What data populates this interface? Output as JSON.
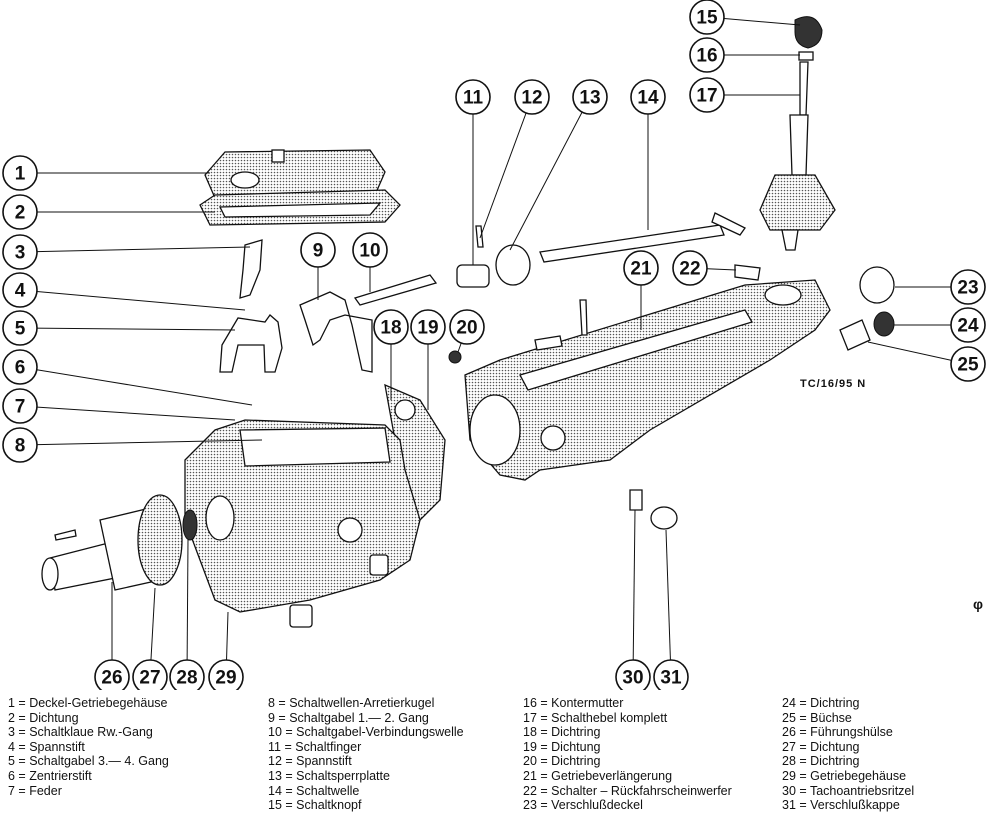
{
  "drawing_code": "TC/16/95 N",
  "corner_mark": "φ",
  "parts": [
    {
      "num": "1",
      "name": "Deckel-Getriebegehäuse"
    },
    {
      "num": "2",
      "name": "Dichtung"
    },
    {
      "num": "3",
      "name": "Schaltklaue Rw.-Gang"
    },
    {
      "num": "4",
      "name": "Spannstift"
    },
    {
      "num": "5",
      "name": "Schaltgabel 3.— 4. Gang"
    },
    {
      "num": "6",
      "name": "Zentrierstift"
    },
    {
      "num": "7",
      "name": "Feder"
    },
    {
      "num": "8",
      "name": "Schaltwellen-Arretierkugel"
    },
    {
      "num": "9",
      "name": "Schaltgabel 1.— 2. Gang"
    },
    {
      "num": "10",
      "name": "Schaltgabel-Verbindungswelle"
    },
    {
      "num": "11",
      "name": "Schaltfinger"
    },
    {
      "num": "12",
      "name": "Spannstift"
    },
    {
      "num": "13",
      "name": "Schaltsperrplatte"
    },
    {
      "num": "14",
      "name": "Schaltwelle"
    },
    {
      "num": "15",
      "name": "Schaltknopf"
    },
    {
      "num": "16",
      "name": "Kontermutter"
    },
    {
      "num": "17",
      "name": "Schalthebel komplett"
    },
    {
      "num": "18",
      "name": "Dichtring"
    },
    {
      "num": "19",
      "name": "Dichtung"
    },
    {
      "num": "20",
      "name": "Dichtring"
    },
    {
      "num": "21",
      "name": "Getriebeverlängerung"
    },
    {
      "num": "22",
      "name": "Schalter – Rückfahrscheinwerfer"
    },
    {
      "num": "23",
      "name": "Verschlußdeckel"
    },
    {
      "num": "24",
      "name": "Dichtring"
    },
    {
      "num": "25",
      "name": "Büchse"
    },
    {
      "num": "26",
      "name": "Führungshülse"
    },
    {
      "num": "27",
      "name": "Dichtung"
    },
    {
      "num": "28",
      "name": "Dichtring"
    },
    {
      "num": "29",
      "name": "Getriebegehäuse"
    },
    {
      "num": "30",
      "name": "Tachoantriebsritzel"
    },
    {
      "num": "31",
      "name": "Verschlußkappe"
    }
  ],
  "legend_separator": " = "
}
